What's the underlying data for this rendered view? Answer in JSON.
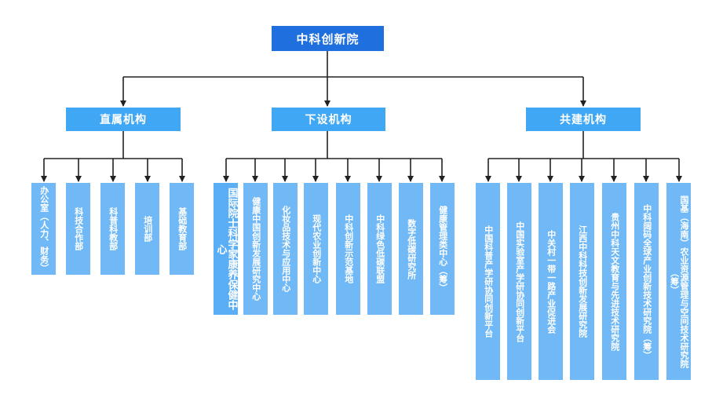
{
  "root": {
    "label": "中科创新院"
  },
  "branches": [
    {
      "id": "direct",
      "label": "直属机构",
      "children": [
        "办公室（人力、财务）",
        "科技合作部",
        "科普科教部",
        "培训部",
        "基础教育部"
      ]
    },
    {
      "id": "sub",
      "label": "下设机构",
      "children": [
        "国际院士科学家康养保健中心",
        "健康中国创新发展研究中心",
        "化妆品技术与应用中心",
        "现代农业创新中心",
        "中科创新示范基地",
        "中科绿色低碳联盟",
        "数字低碳研究所",
        "健康管理类中心（筹）"
      ]
    },
    {
      "id": "joint",
      "label": "共建机构",
      "children": [
        "中国科普产学研协同创新平台",
        "中国实验室产学研协同创新平台",
        "中关村一带一路产业促进会",
        "江西中科科技创新发展研究院",
        "贵州中科天文教育与先进技术研究院",
        "中科阔码全球产业创新技术研究院（筹）",
        "国基（海南）农业资源管理与空间技术研究院（筹）"
      ]
    }
  ]
}
